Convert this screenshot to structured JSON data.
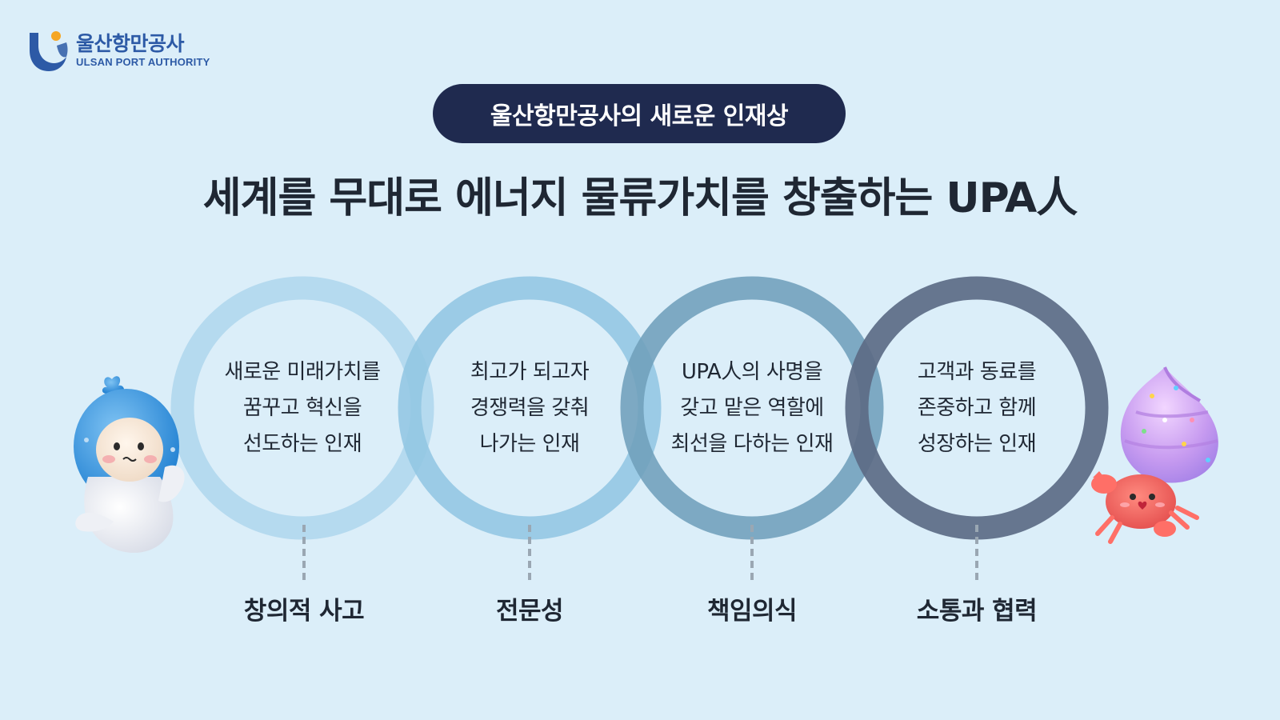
{
  "brand": {
    "name_ko": "울산항만공사",
    "name_en": "ULSAN PORT AUTHORITY",
    "primary_color": "#2d5aa6",
    "accent_color": "#f5a623"
  },
  "badge": {
    "label": "울산항만공사의 새로운 인재상",
    "background": "#1f2a4f"
  },
  "headline": "세계를 무대로 에너지 물류가치를 창출하는 UPA人",
  "values": [
    {
      "lines": [
        "새로운 미래가치를",
        "꿈꾸고 혁신을",
        "선도하는 인재"
      ],
      "label": "창의적 사고",
      "ring_color": "#b3d8ee"
    },
    {
      "lines": [
        "최고가 되고자",
        "경쟁력을 갖춰",
        "나가는 인재"
      ],
      "label": "전문성",
      "ring_color": "#92c6e3"
    },
    {
      "lines": [
        "UPA人의 사명을",
        "갖고 맡은 역할에",
        "최선을 다하는 인재"
      ],
      "label": "책임의식",
      "ring_color": "#6f9fbb"
    },
    {
      "lines": [
        "고객과 동료를",
        "존중하고 함께",
        "성장하는 인재"
      ],
      "label": "소통과 협력",
      "ring_color": "#5c6b86"
    }
  ],
  "mascots": [
    "whale-mascot",
    "hermit-crab-mascot"
  ]
}
